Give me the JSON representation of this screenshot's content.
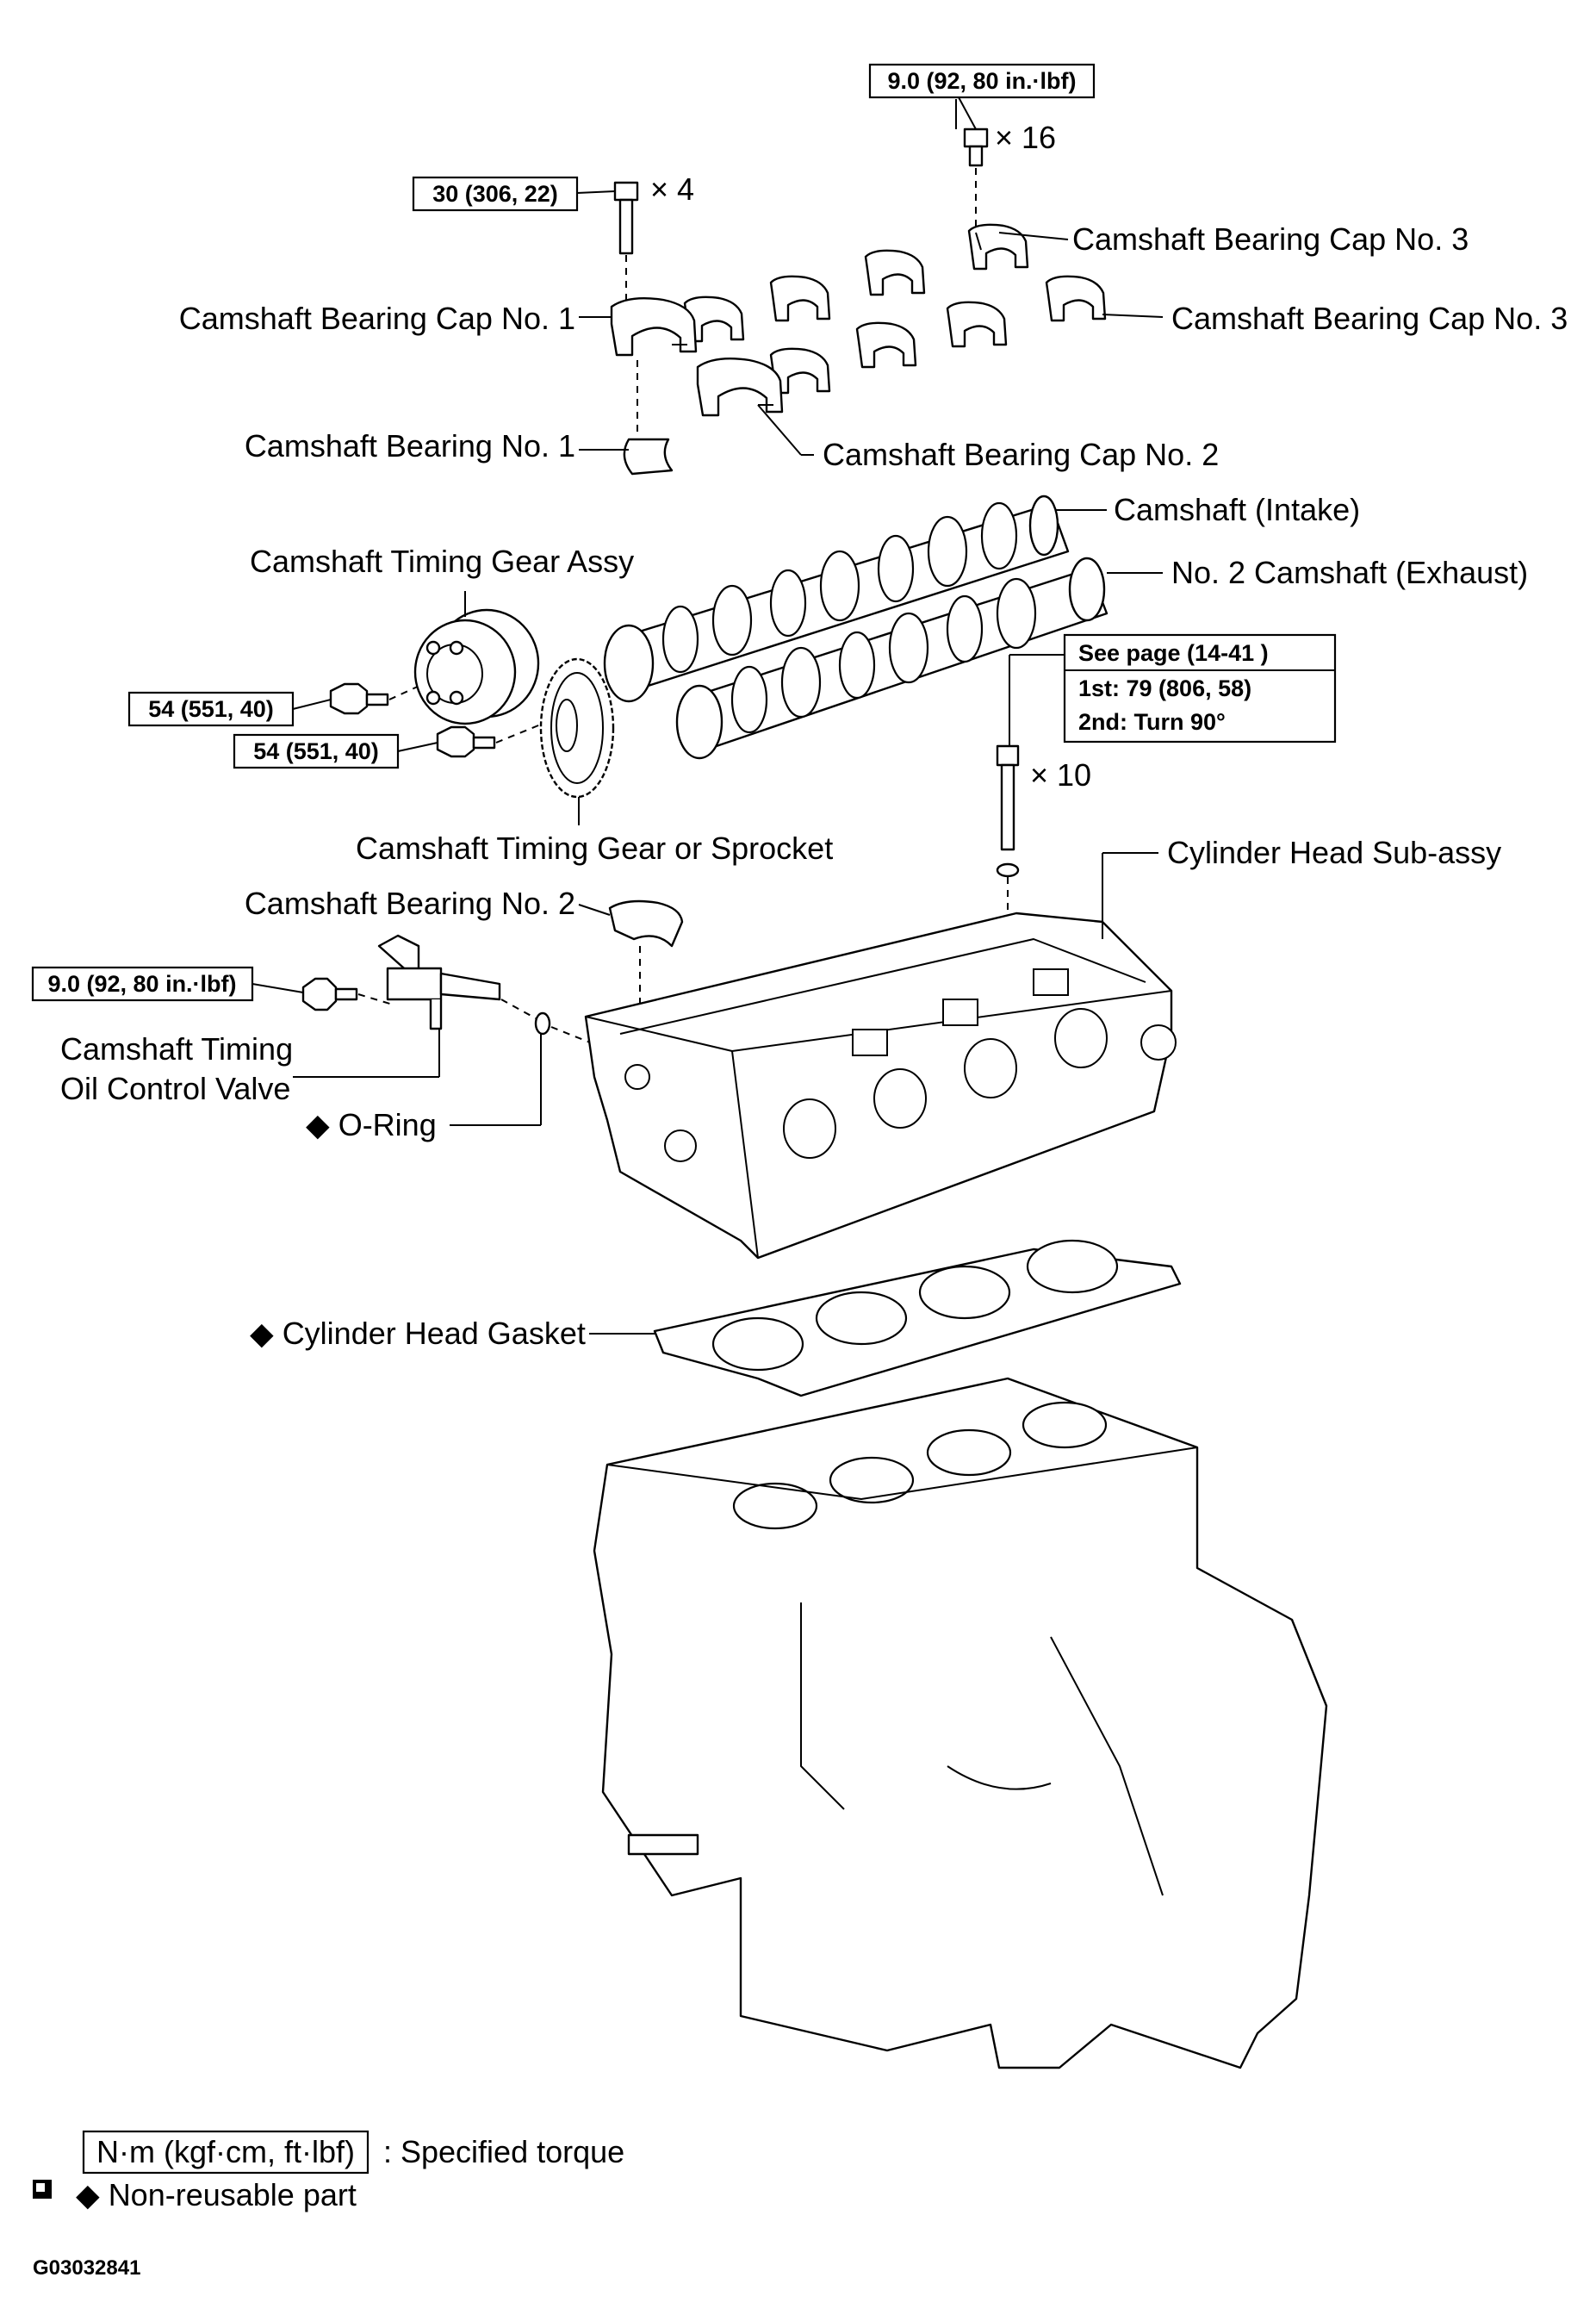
{
  "torque_boxes": {
    "cap_bolt": "9.0 (92, 80 in.·lbf)",
    "cap1_bolt": "30 (306, 22)",
    "gear_bolt": "54 (551, 40)",
    "sprocket_bolt": "54 (551, 40)",
    "ocv_bolt": "9.0 (92, 80 in.·lbf)",
    "head_bolt_title": "See page (14-41 )",
    "head_bolt_step1": "1st: 79 (806, 58)",
    "head_bolt_step2": "2nd: Turn 90°"
  },
  "quantities": {
    "cap_bolt": "× 16",
    "cap1_bolt": "× 4",
    "head_bolt": "× 10"
  },
  "labels": {
    "cap3_top": "Camshaft Bearing Cap No. 3",
    "cap3_right": "Camshaft Bearing Cap No. 3",
    "cap1": "Camshaft Bearing Cap No. 1",
    "bearing1": "Camshaft Bearing No. 1",
    "cap2": "Camshaft Bearing Cap No. 2",
    "camshaft_intake": "Camshaft (Intake)",
    "timing_gear_assy": "Camshaft Timing Gear Assy",
    "camshaft_exhaust": "No. 2 Camshaft (Exhaust)",
    "timing_gear_sprocket": "Camshaft Timing Gear or Sprocket",
    "cyl_head": "Cylinder Head Sub-assy",
    "bearing2": "Camshaft Bearing No. 2",
    "ocv_line1": "Camshaft Timing",
    "ocv_line2": "Oil Control Valve",
    "o_ring": "◆  O-Ring",
    "gasket": "◆  Cylinder Head Gasket"
  },
  "legend": {
    "unit_box": "N·m (kgf·cm, ft·lbf)",
    "unit_desc": ": Specified torque",
    "non_reusable": "◆  Non-reusable part"
  },
  "figure_id": "G03032841"
}
